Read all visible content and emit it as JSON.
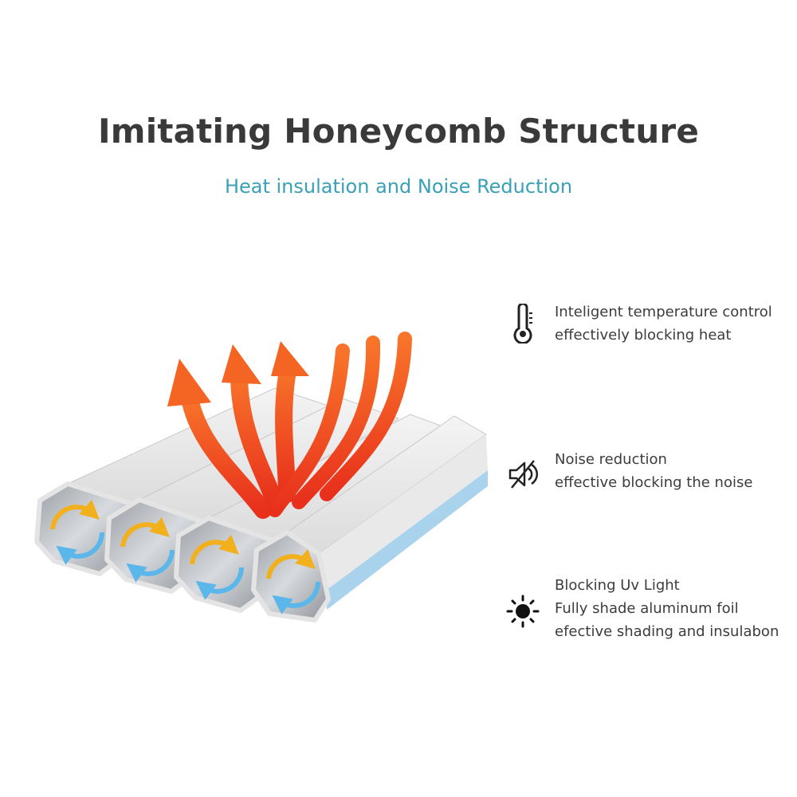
{
  "header": {
    "title": "Imitating Honeycomb Structure",
    "subtitle": "Heat insulation and Noise Reduction"
  },
  "features": [
    {
      "icon": "thermometer-icon",
      "lines": [
        "Inteligent temperature control",
        "effectively blocking heat"
      ]
    },
    {
      "icon": "noise-reduction-icon",
      "lines": [
        "Noise reduction",
        "effective blocking the noise"
      ]
    },
    {
      "icon": "sun-icon",
      "lines": [
        "Blocking Uv Light",
        "Fully shade aluminum foil",
        "efective shading and insulabon"
      ]
    }
  ],
  "colors": {
    "title": "#3a3a3a",
    "subtitle": "#3aa0b6",
    "heat_arrows": "#f04a18",
    "airflow_warm": "#f2b01c",
    "airflow_cool": "#5bb7ea",
    "tube_backing": "#a9d3ec"
  }
}
